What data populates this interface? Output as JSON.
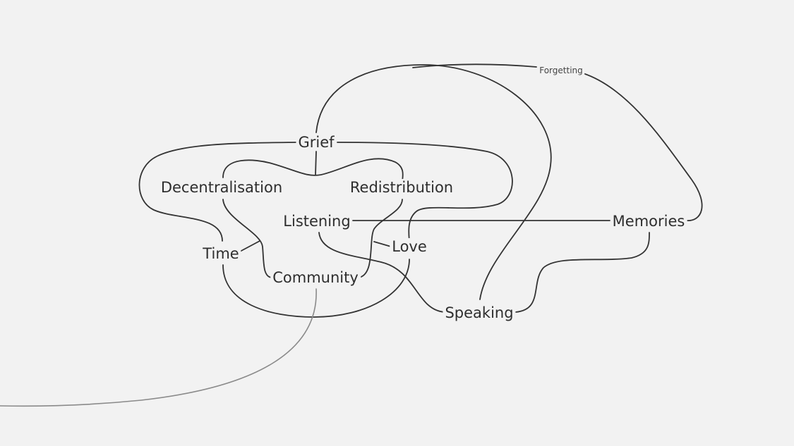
{
  "diagram": {
    "nodes": {
      "forgetting": "Forgetting",
      "grief": "Grief",
      "decentralisation": "Decentralisation",
      "redistribution": "Redistribution",
      "listening": "Listening",
      "memories": "Memories",
      "time": "Time",
      "love": "Love",
      "community": "Community",
      "speaking": "Speaking"
    },
    "colors": {
      "background": "#f2f2f2",
      "line": "#333333",
      "faded_line": "#8a8a8a",
      "text": "#2e2e2e"
    }
  }
}
